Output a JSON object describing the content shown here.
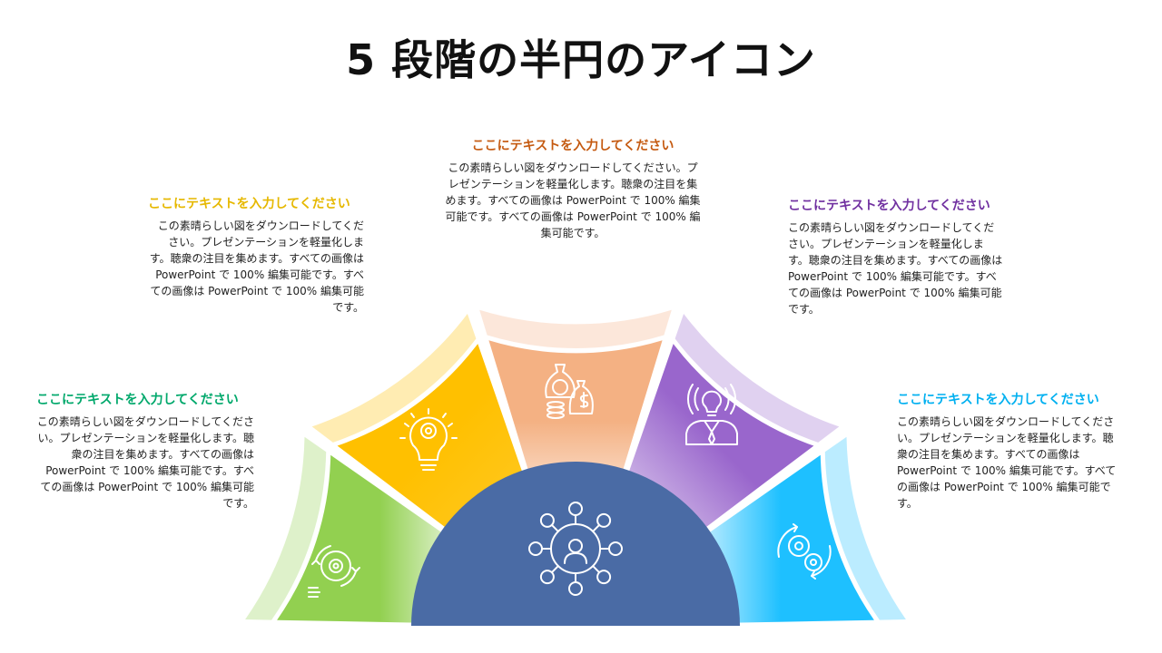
{
  "title": "5 段階の半円のアイコン",
  "colors": {
    "green": "#92D050",
    "yellow": "#FFC000",
    "peach": "#F4B183",
    "purple": "#9966CC",
    "cyan": "#1EC0FF",
    "center": "#4A6BA5"
  },
  "segments": [
    {
      "heading": "ここにテキストを入力してください",
      "heading_color": "#00A86B",
      "text": "この素晴らしい図をダウンロードしてください。プレゼンテーションを軽量化します。聴衆の注目を集めます。すべての画像は PowerPoint で 100% 編集可能です。すべての画像は PowerPoint で 100% 編集可能です。",
      "icon": "gear-cycle-icon"
    },
    {
      "heading": "ここにテキストを入力してください",
      "heading_color": "#E6B800",
      "text": "この素晴らしい図をダウンロードしてください。プレゼンテーションを軽量化します。聴衆の注目を集めます。すべての画像は PowerPoint で 100% 編集可能です。すべての画像は PowerPoint で 100% 編集可能です。",
      "icon": "lightbulb-gear-icon"
    },
    {
      "heading": "ここにテキストを入力してください",
      "heading_color": "#C55A11",
      "text": "この素晴らしい図をダウンロードしてください。プレゼンテーションを軽量化します。聴衆の注目を集めます。すべての画像は PowerPoint で 100% 編集可能です。すべての画像は PowerPoint で 100% 編集可能です。",
      "icon": "money-bags-icon"
    },
    {
      "heading": "ここにテキストを入力してください",
      "heading_color": "#7030A0",
      "text": "この素晴らしい図をダウンロードしてください。プレゼンテーションを軽量化します。聴衆の注目を集めます。すべての画像は PowerPoint で 100% 編集可能です。すべての画像は PowerPoint で 100% 編集可能です。",
      "icon": "idea-person-icon"
    },
    {
      "heading": "ここにテキストを入力してください",
      "heading_color": "#00B0F0",
      "text": "この素晴らしい図をダウンロードしてください。プレゼンテーションを軽量化します。聴衆の注目を集めます。すべての画像は PowerPoint で 100% 編集可能です。すべての画像は PowerPoint で 100% 編集可能です。",
      "icon": "gears-cycle-icon"
    }
  ],
  "center_icon": "network-person-icon"
}
